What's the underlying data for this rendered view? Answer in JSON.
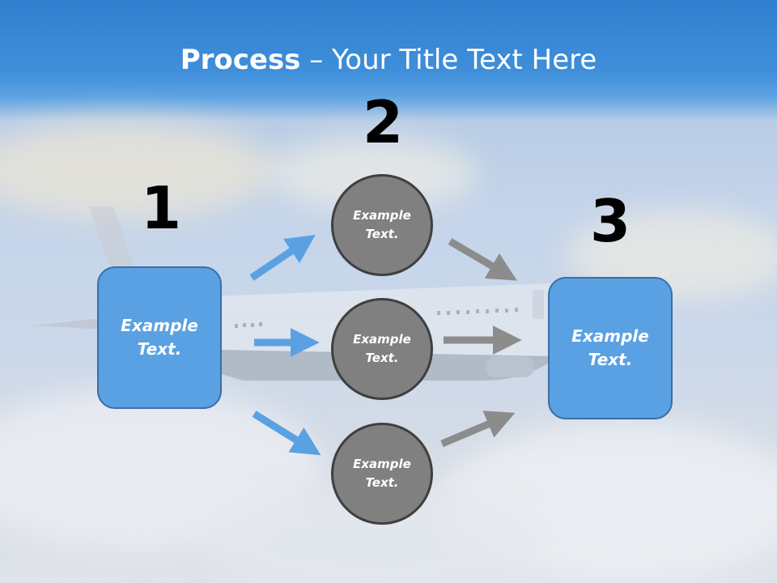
{
  "title": {
    "bold": "Process",
    "rest": " – Your Title Text Here"
  },
  "steps": [
    {
      "number": "1",
      "text": "Example Text."
    },
    {
      "number": "2",
      "text": "Example Text."
    },
    {
      "number": "3",
      "text": "Example Text."
    }
  ],
  "circles": [
    {
      "text": "Example Text."
    },
    {
      "text": "Example Text."
    },
    {
      "text": "Example Text."
    }
  ],
  "colors": {
    "box_fill": "#5aa1e3",
    "box_border": "#3a6fa5",
    "circle_fill": "#808080",
    "circle_border": "#3f3f3f",
    "arrow_blue": "#5aa1e3",
    "arrow_gray": "#8c8c8c",
    "title_text": "#ffffff"
  }
}
